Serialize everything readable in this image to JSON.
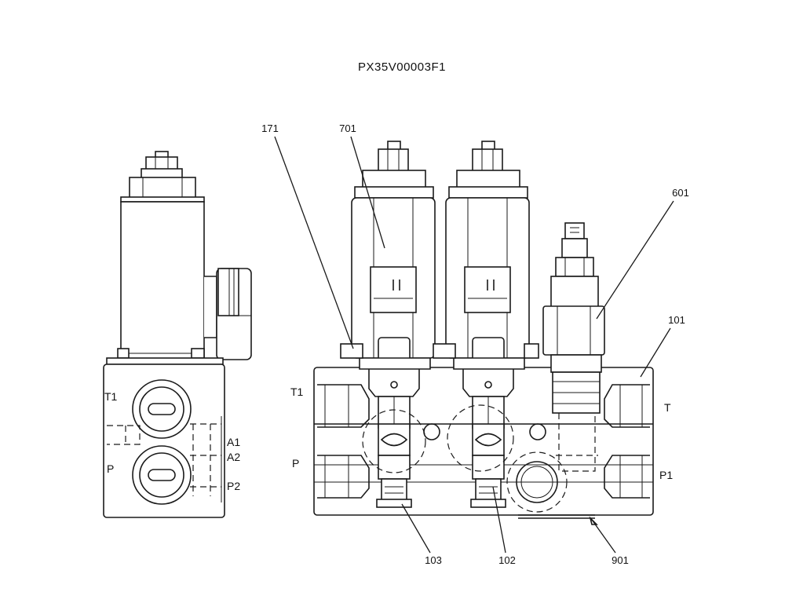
{
  "title": "PX35V00003F1",
  "callouts": {
    "c171": "171",
    "c701": "701",
    "c601": "601",
    "c101": "101",
    "c103": "103",
    "c102": "102",
    "c901": "901"
  },
  "side_view_ports": {
    "t1": "T1",
    "p": "P",
    "a1": "A1",
    "a2": "A2",
    "p2": "P2"
  },
  "front_view_ports": {
    "t1": "T1",
    "p": "P",
    "t": "T",
    "p1": "P1"
  }
}
